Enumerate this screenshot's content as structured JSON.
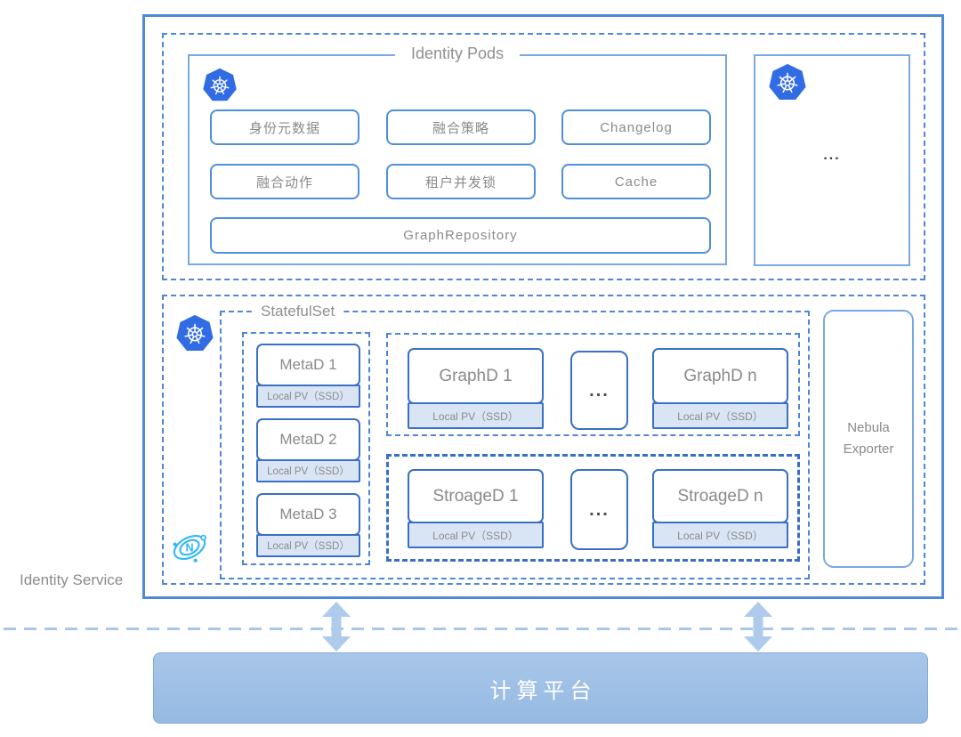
{
  "colors": {
    "kubernetes_blue": "#326CE5",
    "nebula_blue": "#2EB8F5",
    "accent_blue": "#4F90DC",
    "node_border_blue": "#3A6FC7",
    "pv_fill": "#D9E5F5",
    "platform_blue": "#9DBFE5"
  },
  "identity_service": {
    "label": "Identity Service"
  },
  "identity_pods": {
    "title": "Identity Pods",
    "items": [
      {
        "label": "身份元数据"
      },
      {
        "label": "融合策略"
      },
      {
        "label": "Changelog"
      },
      {
        "label": "融合动作"
      },
      {
        "label": "租户并发锁"
      },
      {
        "label": "Cache"
      }
    ],
    "repository": {
      "label": "GraphRepository"
    },
    "more": "..."
  },
  "statefulset": {
    "title": "StatefulSet",
    "meta_nodes": [
      {
        "name": "MetaD 1",
        "pv": "Local PV（SSD）"
      },
      {
        "name": "MetaD 2",
        "pv": "Local PV（SSD）"
      },
      {
        "name": "MetaD 3",
        "pv": "Local PV（SSD）"
      }
    ],
    "graph_row": {
      "first": {
        "name": "GraphD 1",
        "pv": "Local PV（SSD）"
      },
      "ellipsis": "...",
      "last": {
        "name": "GraphD n",
        "pv": "Local PV（SSD）"
      }
    },
    "storage_row": {
      "first": {
        "name": "StroageD 1",
        "pv": "Local PV（SSD）"
      },
      "ellipsis": "...",
      "last": {
        "name": "StroageD n",
        "pv": "Local PV（SSD）"
      }
    }
  },
  "exporter": {
    "label": "Nebula Exporter"
  },
  "platform": {
    "label": "计算平台"
  },
  "icons": {
    "kubernetes": "kubernetes-logo",
    "nebula": "nebula-graph-logo"
  }
}
